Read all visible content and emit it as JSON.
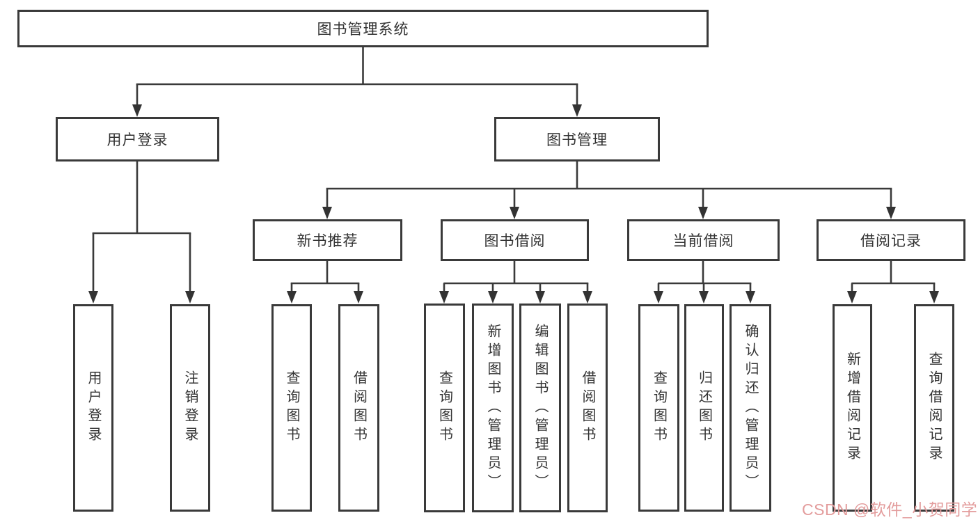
{
  "nodes": {
    "root": "图书管理系统",
    "user_login": "用户登录",
    "book_mgmt": "图书管理",
    "new_books": "新书推荐",
    "book_borrow": "图书借阅",
    "current_borrow": "当前借阅",
    "borrow_records": "借阅记录"
  },
  "leaves": {
    "user": [
      "用户登录",
      "注销登录"
    ],
    "new_books": [
      "查询图书",
      "借阅图书"
    ],
    "book_borrow": [
      "查询图书",
      "新增图书（管理员）",
      "编辑图书（管理员）",
      "借阅图书"
    ],
    "current_borrow": [
      "查询图书",
      "归还图书",
      "确认归还（管理员）"
    ],
    "borrow_records": [
      "新增借阅记录",
      "查询借阅记录"
    ]
  },
  "watermark": "CSDN @软件_小贺同学",
  "colors": {
    "line": "#3a3a3a",
    "text": "#333333",
    "watermark": "#e39c9c",
    "background": "#ffffff"
  }
}
